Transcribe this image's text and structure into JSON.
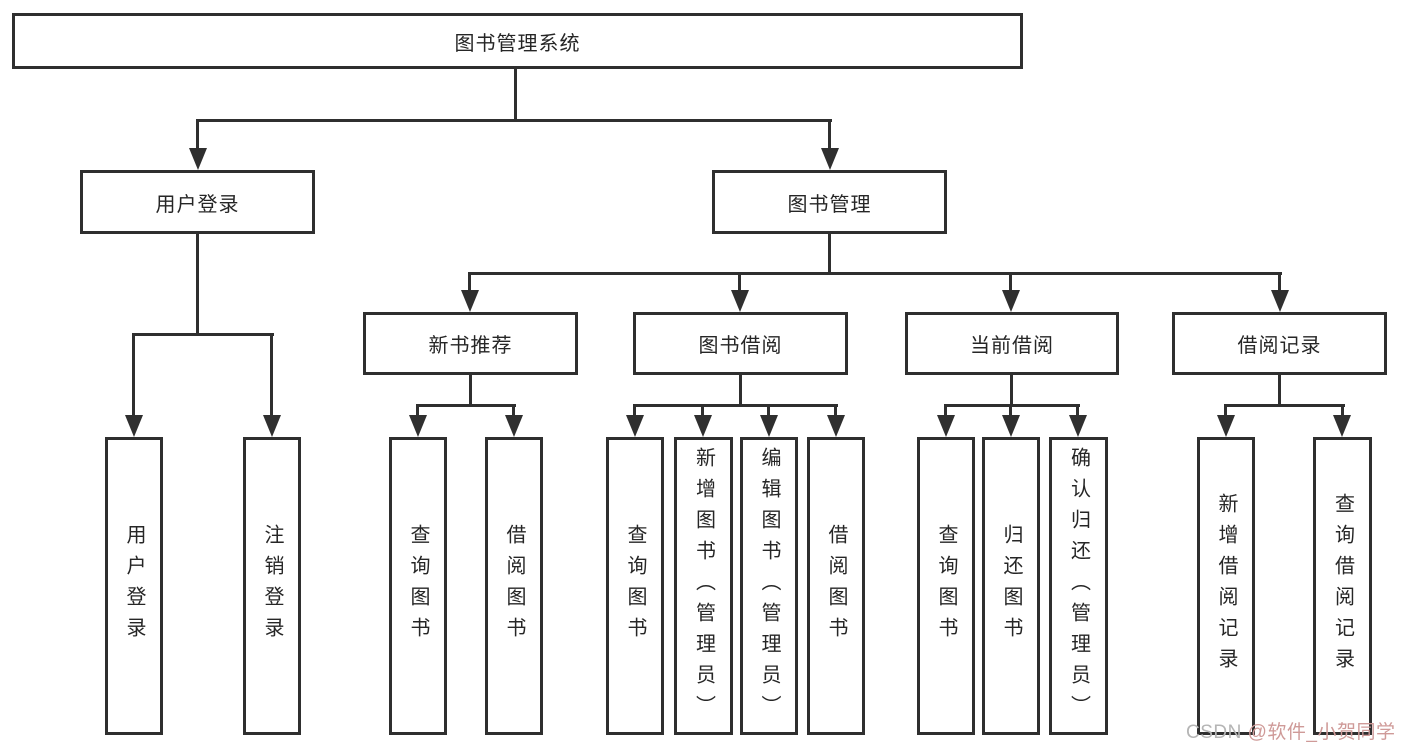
{
  "diagram": {
    "title": "图书管理系统",
    "level2": {
      "login": "用户登录",
      "manage": "图书管理"
    },
    "level3": {
      "newbook": "新书推荐",
      "borrow": "图书借阅",
      "current": "当前借阅",
      "records": "借阅记录"
    },
    "leaves": {
      "login_user": "用户登录",
      "login_logout": "注销登录",
      "newbook_query": "查询图书",
      "newbook_borrow": "借阅图书",
      "borrow_query": "查询图书",
      "borrow_add": "新增图书（管理员）",
      "borrow_edit": "编辑图书（管理员）",
      "borrow_lend": "借阅图书",
      "current_query": "查询图书",
      "current_return": "归还图书",
      "current_confirm": "确认归还（管理员）",
      "records_add": "新增借阅记录",
      "records_query": "查询借阅记录"
    }
  },
  "watermark": {
    "prefix": "CSDN ",
    "author": "@软件_小贺同学"
  },
  "colors": {
    "line": "#2f2f2f",
    "text": "#262626",
    "background": "#ffffff",
    "watermark_gray": "#b5b5b5",
    "watermark_red": "#cf9a98"
  }
}
